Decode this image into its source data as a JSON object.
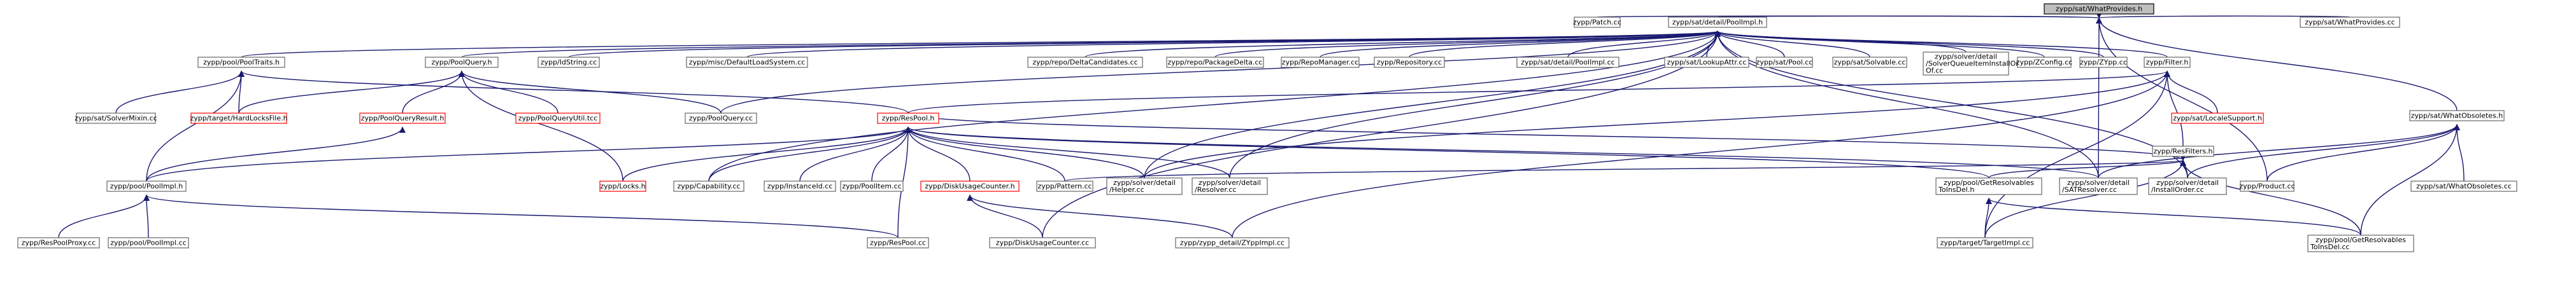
{
  "nodes": {
    "what_provides_h": "zypp/sat/WhatProvides.h",
    "patch_cc": "zypp/Patch.cc",
    "poolimpl_h": "zypp/sat/detail/PoolImpl.h",
    "what_provides_cc": "zypp/sat/WhatProvides.cc",
    "pooltraits_h": "zypp/pool/PoolTraits.h",
    "poolquery_h": "zypp/PoolQuery.h",
    "idstring_cc": "zypp/IdString.cc",
    "default_load_system_cc": "zypp/misc/DefaultLoadSystem.cc",
    "delta_candidates_cc": "zypp/repo/DeltaCandidates.cc",
    "package_delta_cc": "zypp/repo/PackageDelta.cc",
    "repo_manager_cc": "zypp/RepoManager.cc",
    "repository_cc": "zypp/Repository.cc",
    "poolimpl_cc": "zypp/sat/detail/PoolImpl.cc",
    "lookup_attr_cc": "zypp/sat/LookupAttr.cc",
    "sat_pool_cc": "zypp/sat/Pool.cc",
    "solvable_cc": "zypp/sat/Solvable.cc",
    "solver_queue_item_l1": "zypp/solver/detail",
    "solver_queue_item_l2": "/SolverQueueItemInstallOne",
    "solver_queue_item_l3": "Of.cc",
    "zconfig_cc": "zypp/ZConfig.cc",
    "zypp_cc": "zypp/ZYpp.cc",
    "filter_h": "zypp/Filter.h",
    "solver_mixin_cc": "zypp/sat/SolverMixin.cc",
    "hard_locks_file_h": "zypp/target/HardLocksFile.h",
    "poolquery_result_h": "zypp/PoolQueryResult.h",
    "poolquery_util_tcc": "zypp/PoolQueryUtil.tcc",
    "poolquery_cc": "zypp/PoolQuery.cc",
    "respool_h": "zypp/ResPool.h",
    "locale_support_h": "zypp/sat/LocaleSupport.h",
    "resfilters_h": "zypp/ResFilters.h",
    "what_obsoletes_h": "zypp/sat/WhatObsoletes.h",
    "poolimpl_pool_h": "zypp/pool/PoolImpl.h",
    "locks_h": "zypp/Locks.h",
    "capability_cc": "zypp/Capability.cc",
    "instanceid_cc": "zypp/InstanceId.cc",
    "poolitem_cc": "zypp/PoolItem.cc",
    "disk_usage_counter_h": "zypp/DiskUsageCounter.h",
    "pattern_cc": "zypp/Pattern.cc",
    "helper_cc_l1": "zypp/solver/detail",
    "helper_cc_l2": "/Helper.cc",
    "resolver_cc_l1": "zypp/solver/detail",
    "resolver_cc_l2": "/Resolver.cc",
    "get_resolvables_h_l1": "zypp/pool/GetResolvables",
    "get_resolvables_h_l2": "ToInsDel.h",
    "satresolver_cc_l1": "zypp/solver/detail",
    "satresolver_cc_l2": "/SATResolver.cc",
    "install_order_cc_l1": "zypp/solver/detail",
    "install_order_cc_l2": "/InstallOrder.cc",
    "product_cc": "zypp/Product.cc",
    "what_obsoletes_cc": "zypp/sat/WhatObsoletes.cc",
    "respool_proxy_cc": "zypp/ResPoolProxy.cc",
    "pool_poolimpl_cc": "zypp/pool/PoolImpl.cc",
    "respool_cc": "zypp/ResPool.cc",
    "disk_usage_counter_cc": "zypp/DiskUsageCounter.cc",
    "zyppimpl_cc": "zypp/zypp_detail/ZYppImpl.cc",
    "target_impl_cc": "zypp/target/TargetImpl.cc",
    "get_resolvables_cc_l1": "zypp/pool/GetResolvables",
    "get_resolvables_cc_l2": "ToInsDel.cc"
  }
}
